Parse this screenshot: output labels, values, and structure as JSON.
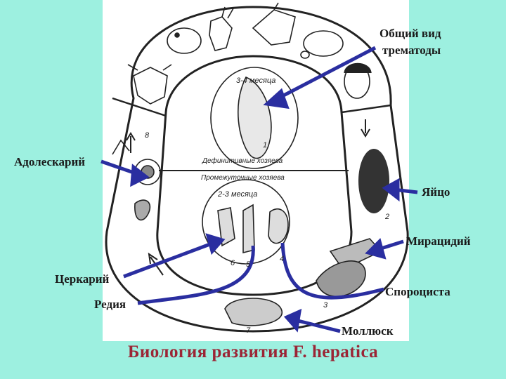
{
  "title": "Биология развития F. hepatica",
  "labels": {
    "general_view": "Общий вид",
    "general_view_2": "трематоды",
    "adolescaria": "Адолескарий",
    "egg": "Яйцо",
    "miracidium": "Мирацидий",
    "cercaria": "Церкарий",
    "sporocyst": "Спороциста",
    "redia": "Редия",
    "mollusk": "Моллюск"
  },
  "inner": {
    "months_top": "3-4 месяца",
    "definitive_hosts": "Дефинитивные хозяева",
    "intermediate_hosts": "Промежуточные хозяева",
    "months_bottom": "2-3 месяца"
  },
  "stage_numbers": [
    "1",
    "2",
    "3",
    "4",
    "5",
    "6",
    "7",
    "8"
  ],
  "colors": {
    "background": "#9df0e0",
    "arrow": "#2a2ea0",
    "title": "#9b2535"
  }
}
